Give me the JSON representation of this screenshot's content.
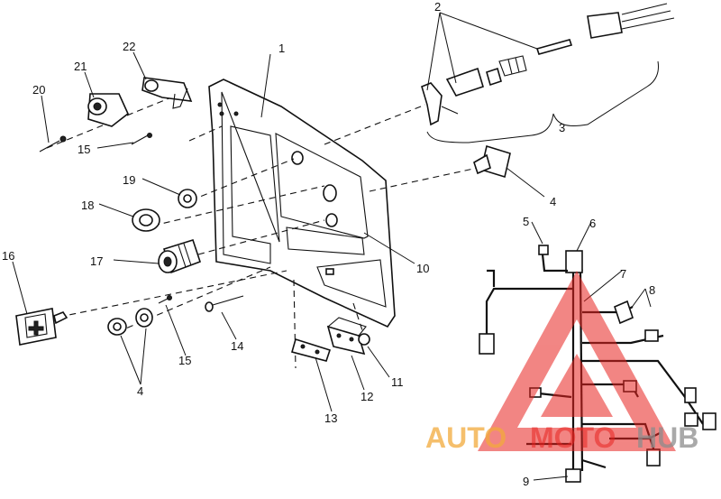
{
  "callouts": {
    "c1": "1",
    "c2": "2",
    "c3": "3",
    "c4a": "4",
    "c4b": "4",
    "c5": "5",
    "c6": "6",
    "c7": "7",
    "c8": "8",
    "c9": "9",
    "c10": "10",
    "c11": "11",
    "c12": "12",
    "c13": "13",
    "c14": "14",
    "c15a": "15",
    "c15b": "15",
    "c16": "16",
    "c17": "17",
    "c18": "18",
    "c19": "19",
    "c20": "20",
    "c21": "21",
    "c22": "22"
  },
  "watermark": {
    "text_auto": "AUTO",
    "text_moto": "MOTO",
    "text_hub": "HUB",
    "color_red": "#e8231f",
    "color_orange": "#f2a93b",
    "color_gray": "#8c8c8c"
  },
  "colors": {
    "ink": "#111111",
    "paper": "#ffffff"
  }
}
